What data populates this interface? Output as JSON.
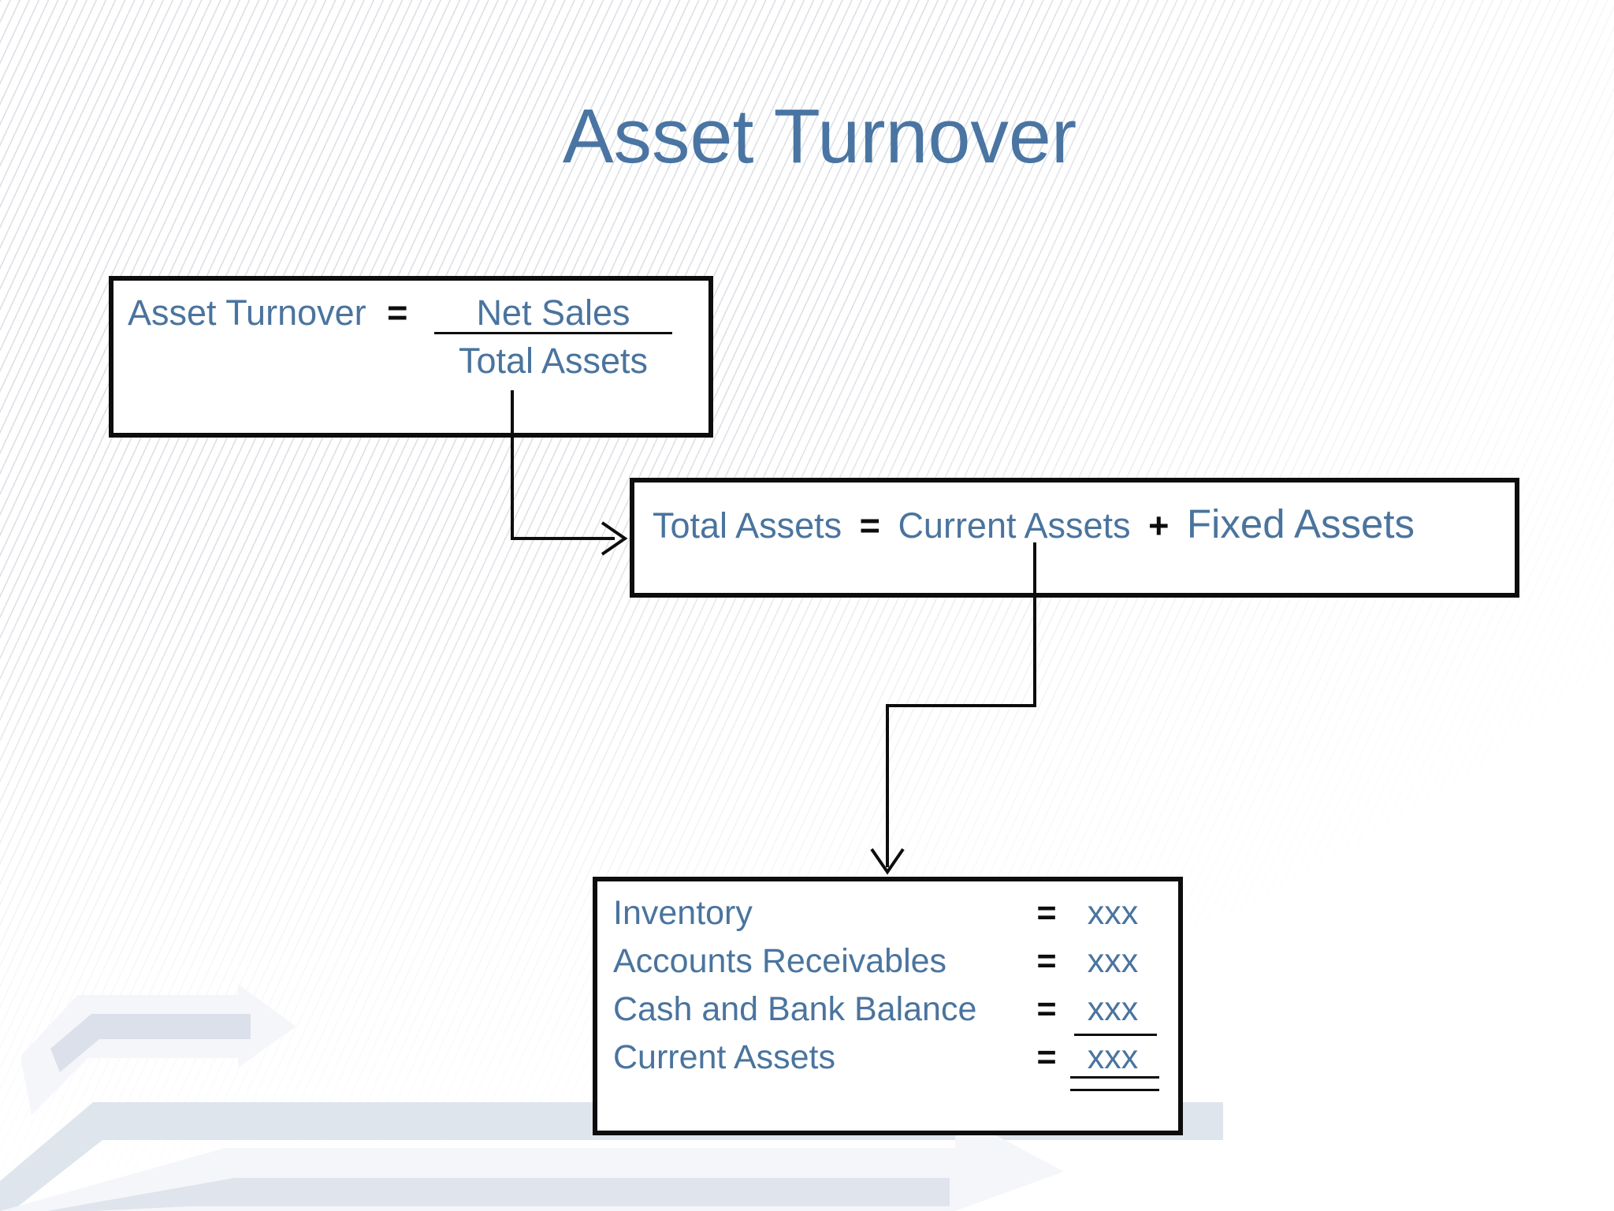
{
  "slide": {
    "title": "Asset Turnover",
    "colors": {
      "accent_blue": "#4a749e",
      "title_blue": "#4a75a2",
      "ink": "#0d0d0d",
      "deco_gray": "#dbe1ea"
    }
  },
  "formula_box": {
    "lhs": "Asset Turnover",
    "equals": "=",
    "numerator": "Net Sales",
    "denominator": "Total Assets"
  },
  "total_assets_box": {
    "lhs": "Total Assets",
    "equals": "=",
    "term1": "Current Assets",
    "plus": "+",
    "term2": "Fixed Assets"
  },
  "current_assets_box": {
    "rows": [
      {
        "label": "Inventory",
        "equals": "=",
        "value": "xxx"
      },
      {
        "label": "Accounts Receivables",
        "equals": "=",
        "value": "xxx"
      },
      {
        "label": "Cash and Bank Balance",
        "equals": "=",
        "value": "xxx"
      },
      {
        "label": "Current Assets",
        "equals": "=",
        "value": "xxx"
      }
    ]
  }
}
